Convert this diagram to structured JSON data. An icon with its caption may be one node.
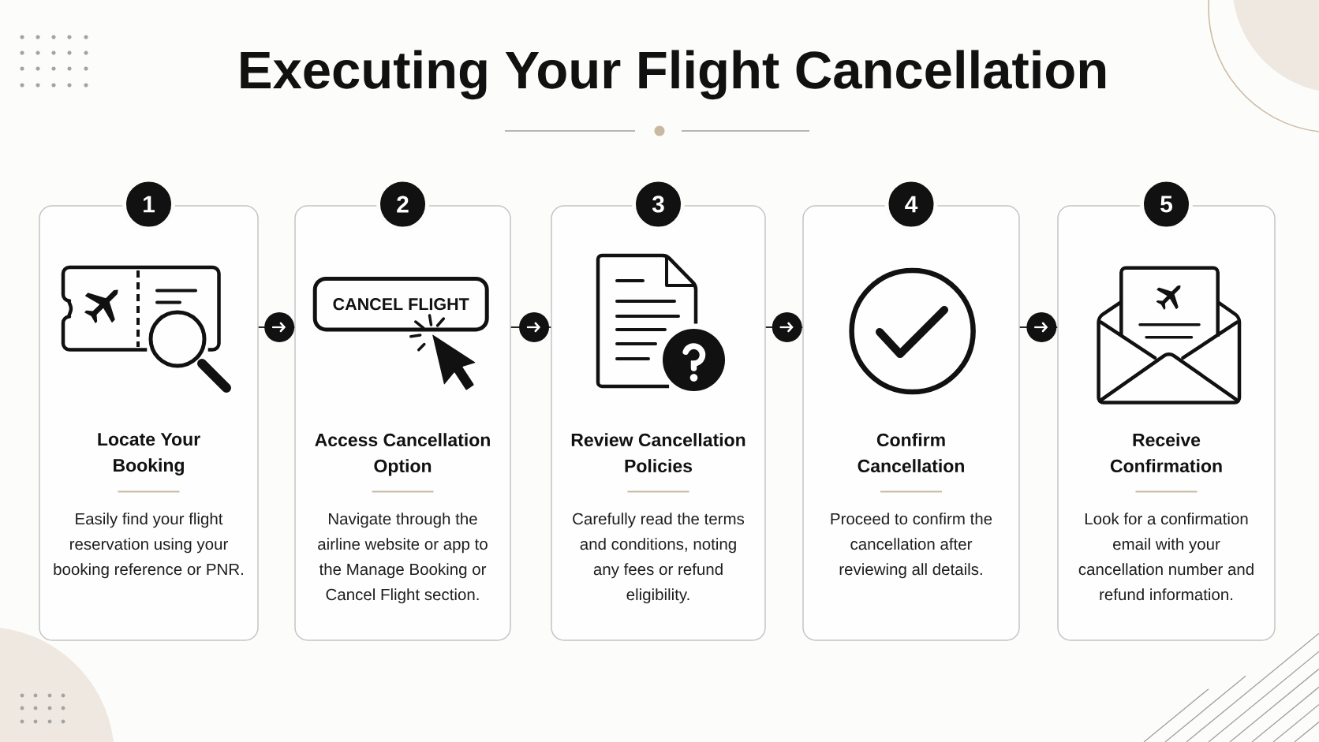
{
  "diagram": {
    "title": "Executing Your Flight Cancellation",
    "nodes": [
      {
        "text": [
          "1"
        ]
      },
      {
        "text": [
          "Locate Your Booking",
          "Easily find your flight reservation using your booking reference or PNR."
        ]
      },
      {
        "text": [
          "2"
        ]
      },
      {
        "text": [
          "Access Cancellation Option",
          "Navigate through the airline website or app to the Manage Booking or Cancel Flight section."
        ]
      },
      {
        "text": [
          "CANCEL FLIGHT"
        ],
        "in": 3
      },
      {
        "text": [
          "3"
        ]
      },
      {
        "text": [
          "Review Cancellation Policies",
          "Carefully read the terms and conditions, noting any fees or refund eligibility."
        ]
      },
      {
        "text": [
          "4"
        ]
      },
      {
        "text": [
          "Confirm Cancellation",
          "Proceed to confirm the cancellation after reviewing all details."
        ]
      },
      {
        "text": [
          "5"
        ]
      },
      {
        "text": [
          "Receive Confirmation",
          "Look for a confirmation email with your cancellation number and refund information."
        ]
      }
    ],
    "edges": [
      {
        "from": 1,
        "to": 3,
        "arrow": "to"
      },
      {
        "from": 3,
        "to": 6,
        "arrow": "to"
      },
      {
        "from": 6,
        "to": 8,
        "arrow": "to"
      },
      {
        "from": 8,
        "to": 10,
        "arrow": "to"
      }
    ]
  }
}
